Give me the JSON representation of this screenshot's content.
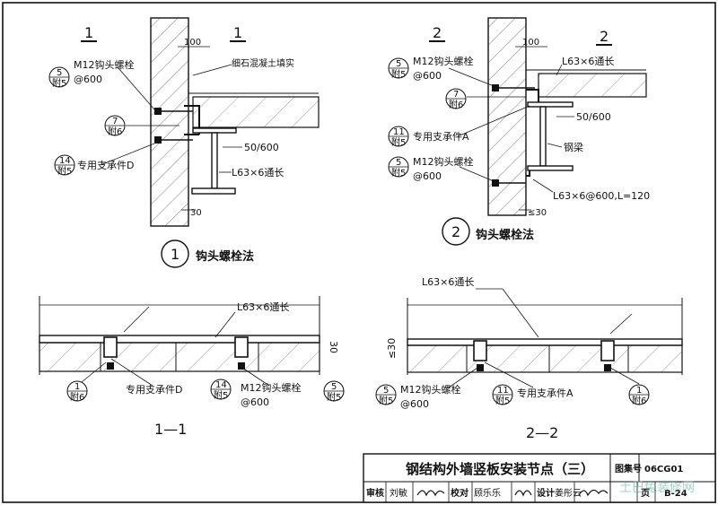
{
  "detail1": {
    "section_mark_top": "1",
    "dim_100": "100",
    "label_fill": "细石混凝土填实",
    "bolt": "M12钩头螺栓",
    "bolt_spacing": "@600",
    "ref5_num": "5",
    "ref5_page": "附5",
    "ref7_num": "7",
    "ref7_page": "附6",
    "ref14_num": "14",
    "ref14_page": "附5",
    "support": "专用支承件D",
    "dim_50_600": "50/600",
    "angle": "L63×6通长",
    "dim_30": "30",
    "circle_num": "1",
    "title": "钩头螺栓法"
  },
  "detail2": {
    "section_mark_top": "2",
    "dim_100": "100",
    "angle_top": "L63×6通长",
    "bolt": "M12钩头螺栓",
    "bolt_spacing": "@600",
    "ref5_num": "5",
    "ref5_page": "附5",
    "ref7_num": "7",
    "ref7_page": "附6",
    "ref11_num": "11",
    "ref11_page": "附5",
    "support": "专用支承件A",
    "dim_50_600": "50/600",
    "beam": "钢梁",
    "angle_bottom": "L63×6@600,L=120",
    "dim_30": "≤30",
    "circle_num": "2",
    "title": "钩头螺栓法"
  },
  "section1": {
    "angle": "L63×6通长",
    "dim_30": "30",
    "support": "专用支承件D",
    "ref14_num": "14",
    "ref14_page": "附5",
    "bolt": "M12钩头螺栓",
    "bolt_spacing": "@600",
    "ref5_num": "5",
    "ref5_page": "附5",
    "ref1_num": "1",
    "ref1_page": "附6",
    "label": "1—1"
  },
  "section2": {
    "angle": "L63×6通长",
    "dim_30": "≤30",
    "bolt": "M12钩头螺栓",
    "bolt_spacing": "@600",
    "ref5_num": "5",
    "ref5_page": "附5",
    "ref11_num": "11",
    "ref11_page": "附5",
    "support": "专用支承件A",
    "ref1_num": "1",
    "ref1_page": "附6",
    "label": "2—2"
  },
  "titleblock": {
    "title": "钢结构外墙竖板安装节点（三）",
    "atlas_label": "图集号",
    "atlas_no": "06CG01",
    "review": "审核",
    "review_name": "刘敏",
    "check": "校对",
    "check_name": "顾乐乐",
    "design": "设计",
    "design_name": "姜彤云",
    "page_label": "页",
    "page_no": "B-24"
  },
  "watermark": "土巴兔装修网"
}
